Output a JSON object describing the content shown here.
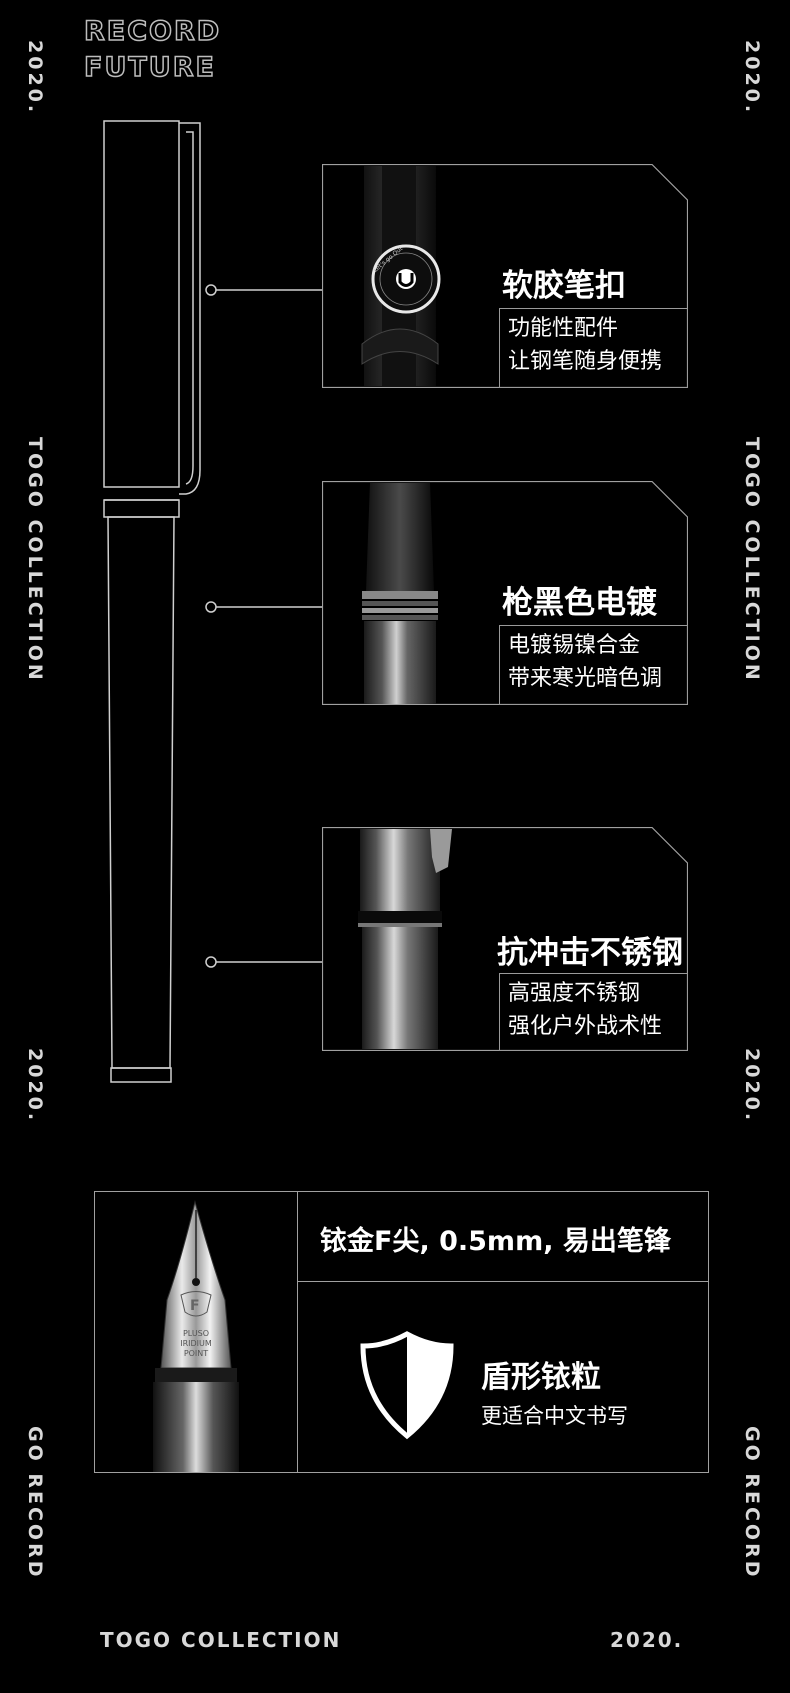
{
  "logo": {
    "line1": "RECORD",
    "line2": "FUTURE"
  },
  "side": {
    "year": "2020.",
    "collection": "TOGO COLLECTION",
    "record": "GO RECORD"
  },
  "features": [
    {
      "title": "软胶笔扣",
      "desc_line1": "功能性配件",
      "desc_line2": "让钢笔随身便携",
      "clip_text": "Let's go Out"
    },
    {
      "title": "枪黑色电镀",
      "desc_line1": "电镀锡镍合金",
      "desc_line2": "带来寒光暗色调"
    },
    {
      "title": "抗冲击不锈钢",
      "desc_line1": "高强度不锈钢",
      "desc_line2": "强化户外战术性"
    }
  ],
  "nib": {
    "headline": "铱金F尖, 0.5mm, 易出笔锋",
    "shield_title": "盾形铱粒",
    "shield_desc": "更适合中文书写",
    "engraving": {
      "letter": "F",
      "line1": "PLUSO",
      "line2": "IRIDIUM",
      "line3": "POINT"
    }
  },
  "footer": {
    "left": "TOGO COLLECTION",
    "right": "2020."
  },
  "colors": {
    "background": "#000000",
    "line": "#9a9a9a",
    "text": "#ffffff"
  }
}
